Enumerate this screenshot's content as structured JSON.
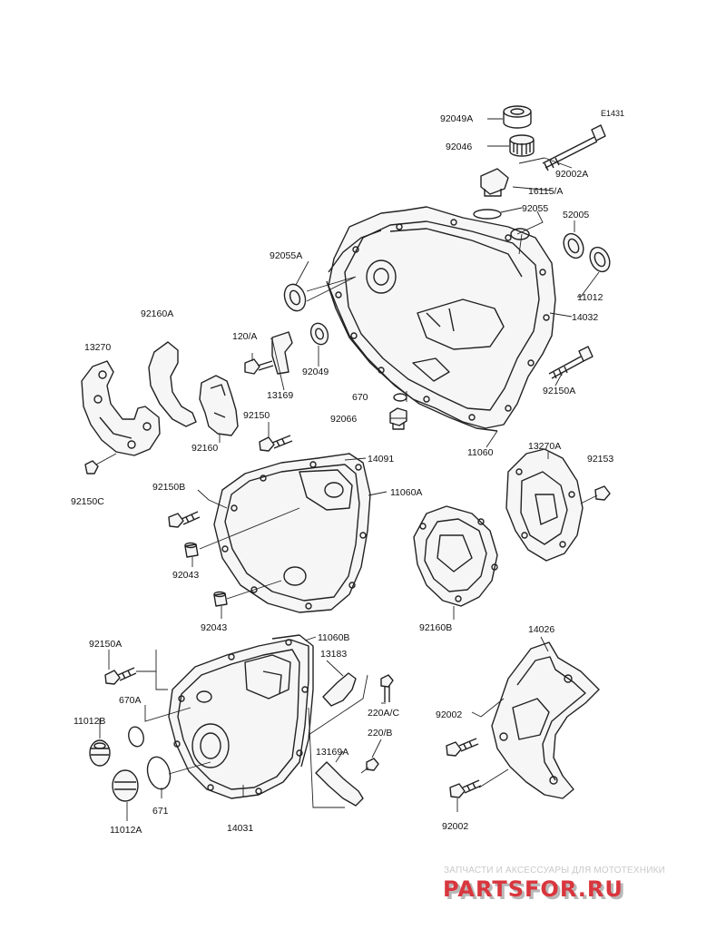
{
  "diagram": {
    "code": "E1431",
    "labels": {
      "l_92049A": "92049A",
      "l_92046": "92046",
      "l_92002A": "92002A",
      "l_16115A": "16115/A",
      "l_92055": "92055",
      "l_52005": "52005",
      "l_92055A": "92055A",
      "l_11012": "11012",
      "l_14032": "14032",
      "l_92160A": "92160A",
      "l_120A": "120/A",
      "l_13270": "13270",
      "l_92049": "92049",
      "l_13169": "13169",
      "l_670": "670",
      "l_92150A_r": "92150A",
      "l_92066": "92066",
      "l_92150": "92150",
      "l_92160": "92160",
      "l_11060": "11060",
      "l_13270A": "13270A",
      "l_14091": "14091",
      "l_92153": "92153",
      "l_92150C": "92150C",
      "l_92150B": "92150B",
      "l_11060A": "11060A",
      "l_92043_a": "92043",
      "l_92043_b": "92043",
      "l_92160B": "92160B",
      "l_11060B": "11060B",
      "l_14026": "14026",
      "l_92150A_l": "92150A",
      "l_13183": "13183",
      "l_670A": "670A",
      "l_220AC": "220A/C",
      "l_11012B": "11012B",
      "l_92002_a": "92002",
      "l_220B": "220/B",
      "l_13169A": "13169A",
      "l_671": "671",
      "l_11012A": "11012A",
      "l_14031": "14031",
      "l_92002_b": "92002"
    }
  },
  "watermark": {
    "tagline": "ЗАПЧАСТИ И АКСЕССУАРЫ ДЛЯ МОТОТЕХНИКИ",
    "logo": "PARTSFOR.RU",
    "logo_color": "#d9363e",
    "logo_shadow": "#b8b8b8"
  }
}
